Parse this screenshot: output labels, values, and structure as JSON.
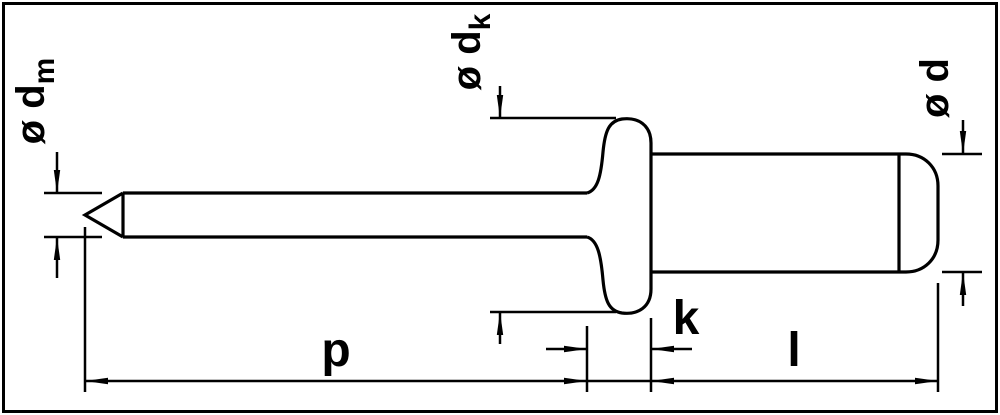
{
  "drawing": {
    "subject": "blind rivet side view technical drawing",
    "colors": {
      "line": "#000000",
      "background": "#ffffff"
    },
    "dimensions": {
      "mandrel_diameter": {
        "label": "ø d",
        "subscript": "m"
      },
      "head_diameter": {
        "label": "ø d",
        "subscript": "k"
      },
      "body_diameter": {
        "label": "ø d",
        "subscript": ""
      },
      "mandrel_protrusion": {
        "label": "p"
      },
      "head_height": {
        "label": "k"
      },
      "body_length": {
        "label": "l"
      }
    }
  }
}
